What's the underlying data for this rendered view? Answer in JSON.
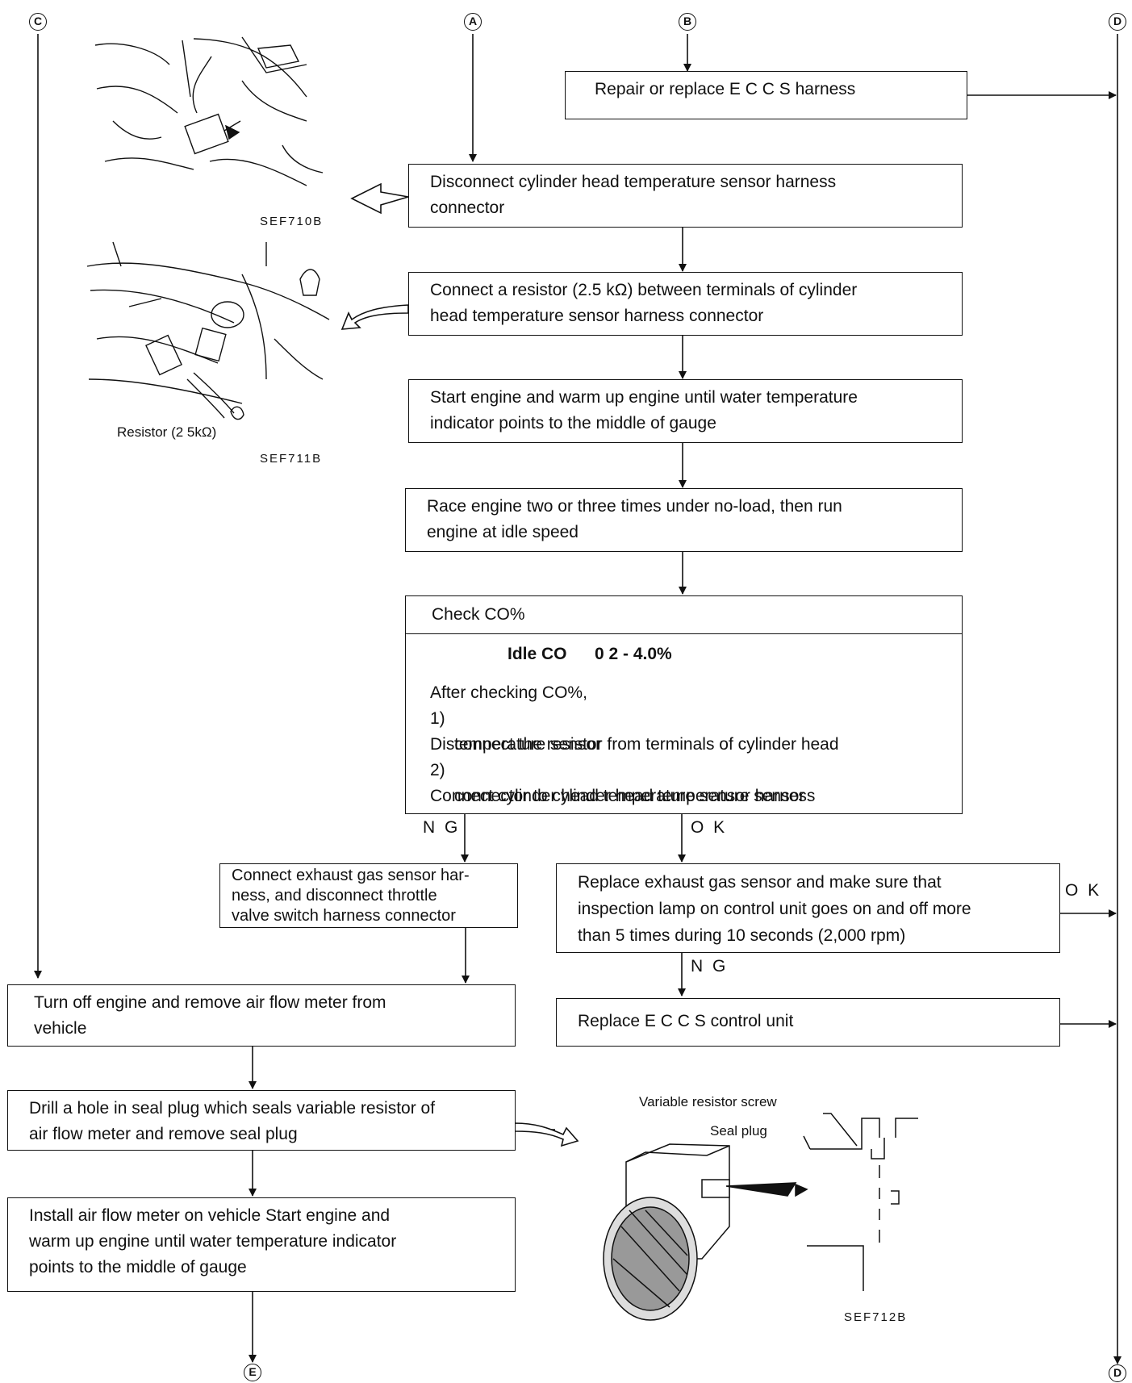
{
  "connectors": {
    "a": "A",
    "b": "B",
    "c": "C",
    "d": "D",
    "e": "E"
  },
  "boxes": {
    "repair_harness": [
      "Repair or replace E C C S  harness"
    ],
    "disconnect_sensor": [
      "Disconnect cylinder head temperature sensor harness",
      "connector"
    ],
    "connect_resistor": [
      "Connect a resistor (2.5 kΩ) between terminals of cylinder",
      "head temperature sensor harness connector"
    ],
    "start_engine": [
      "Start engine and warm up engine until water temperature",
      "indicator points to the middle of gauge"
    ],
    "race_engine": [
      "Race engine two or three times under no-load, then run",
      "engine at idle speed"
    ],
    "check_co": {
      "title": "Check CO%",
      "idle_label": "Idle CO",
      "idle_value": "0 2 - 4.0%",
      "after": "After checking CO%,",
      "step1_num": "1)",
      "step1": [
        "Disconnect the resistor from terminals of cylinder head",
        "temperature sensor"
      ],
      "step2_num": "2)",
      "step2": [
        "Connect cylinder head temperature sensor harness",
        "connector to cylinder head temperature sensor"
      ]
    },
    "connect_exhaust": [
      "Connect exhaust gas sensor har-",
      "ness, and disconnect throttle",
      "valve switch harness connector"
    ],
    "replace_exhaust": [
      "Replace exhaust gas sensor and make sure that",
      "inspection lamp on control unit goes on and off more",
      "than 5 times during 10 seconds   (2,000 rpm)"
    ],
    "replace_ecu": [
      "Replace E C C S  control unit"
    ],
    "turn_off": [
      "Turn off engine and remove air flow meter from",
      "vehicle"
    ],
    "drill_hole": [
      "Drill a hole in seal plug which seals variable resistor of",
      "air flow meter and remove seal plug"
    ],
    "install": [
      "Install air flow meter on vehicle   Start engine and",
      "warm up engine until water temperature indicator",
      "points to the middle of gauge"
    ]
  },
  "labels": {
    "ng1": "N G",
    "ok1": "O K",
    "ok2": "O K",
    "ng2": "N G"
  },
  "figures": {
    "sef710b": "SEF710B",
    "sef711b": "SEF711B",
    "resistor": "Resistor (2 5kΩ)",
    "sef712b": "SEF712B",
    "variable_screw": "Variable resistor screw",
    "seal_plug": "Seal plug"
  }
}
